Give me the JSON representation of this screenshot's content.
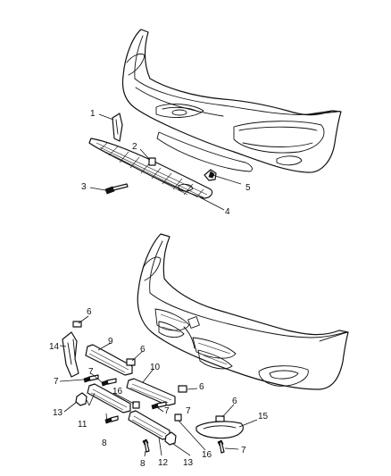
{
  "diagram": {
    "upper_assembly": {
      "callouts": {
        "c1": "1",
        "c2": "2",
        "c3": "3",
        "c4": "4",
        "c5": "5"
      }
    },
    "lower_assembly": {
      "callouts": {
        "c6a": "6",
        "c14": "14",
        "c9": "9",
        "c6b": "6",
        "c7a": "7",
        "c7b": "7",
        "c10": "10",
        "c6c": "6",
        "c16a": "16",
        "c7c": "7",
        "c13a": "13",
        "c11": "11",
        "c8a": "8",
        "c7d": "7",
        "c6d": "6",
        "c15": "15",
        "c7e": "7",
        "c8b": "8",
        "c12": "12",
        "c13b": "13",
        "c16b": "16"
      }
    }
  }
}
